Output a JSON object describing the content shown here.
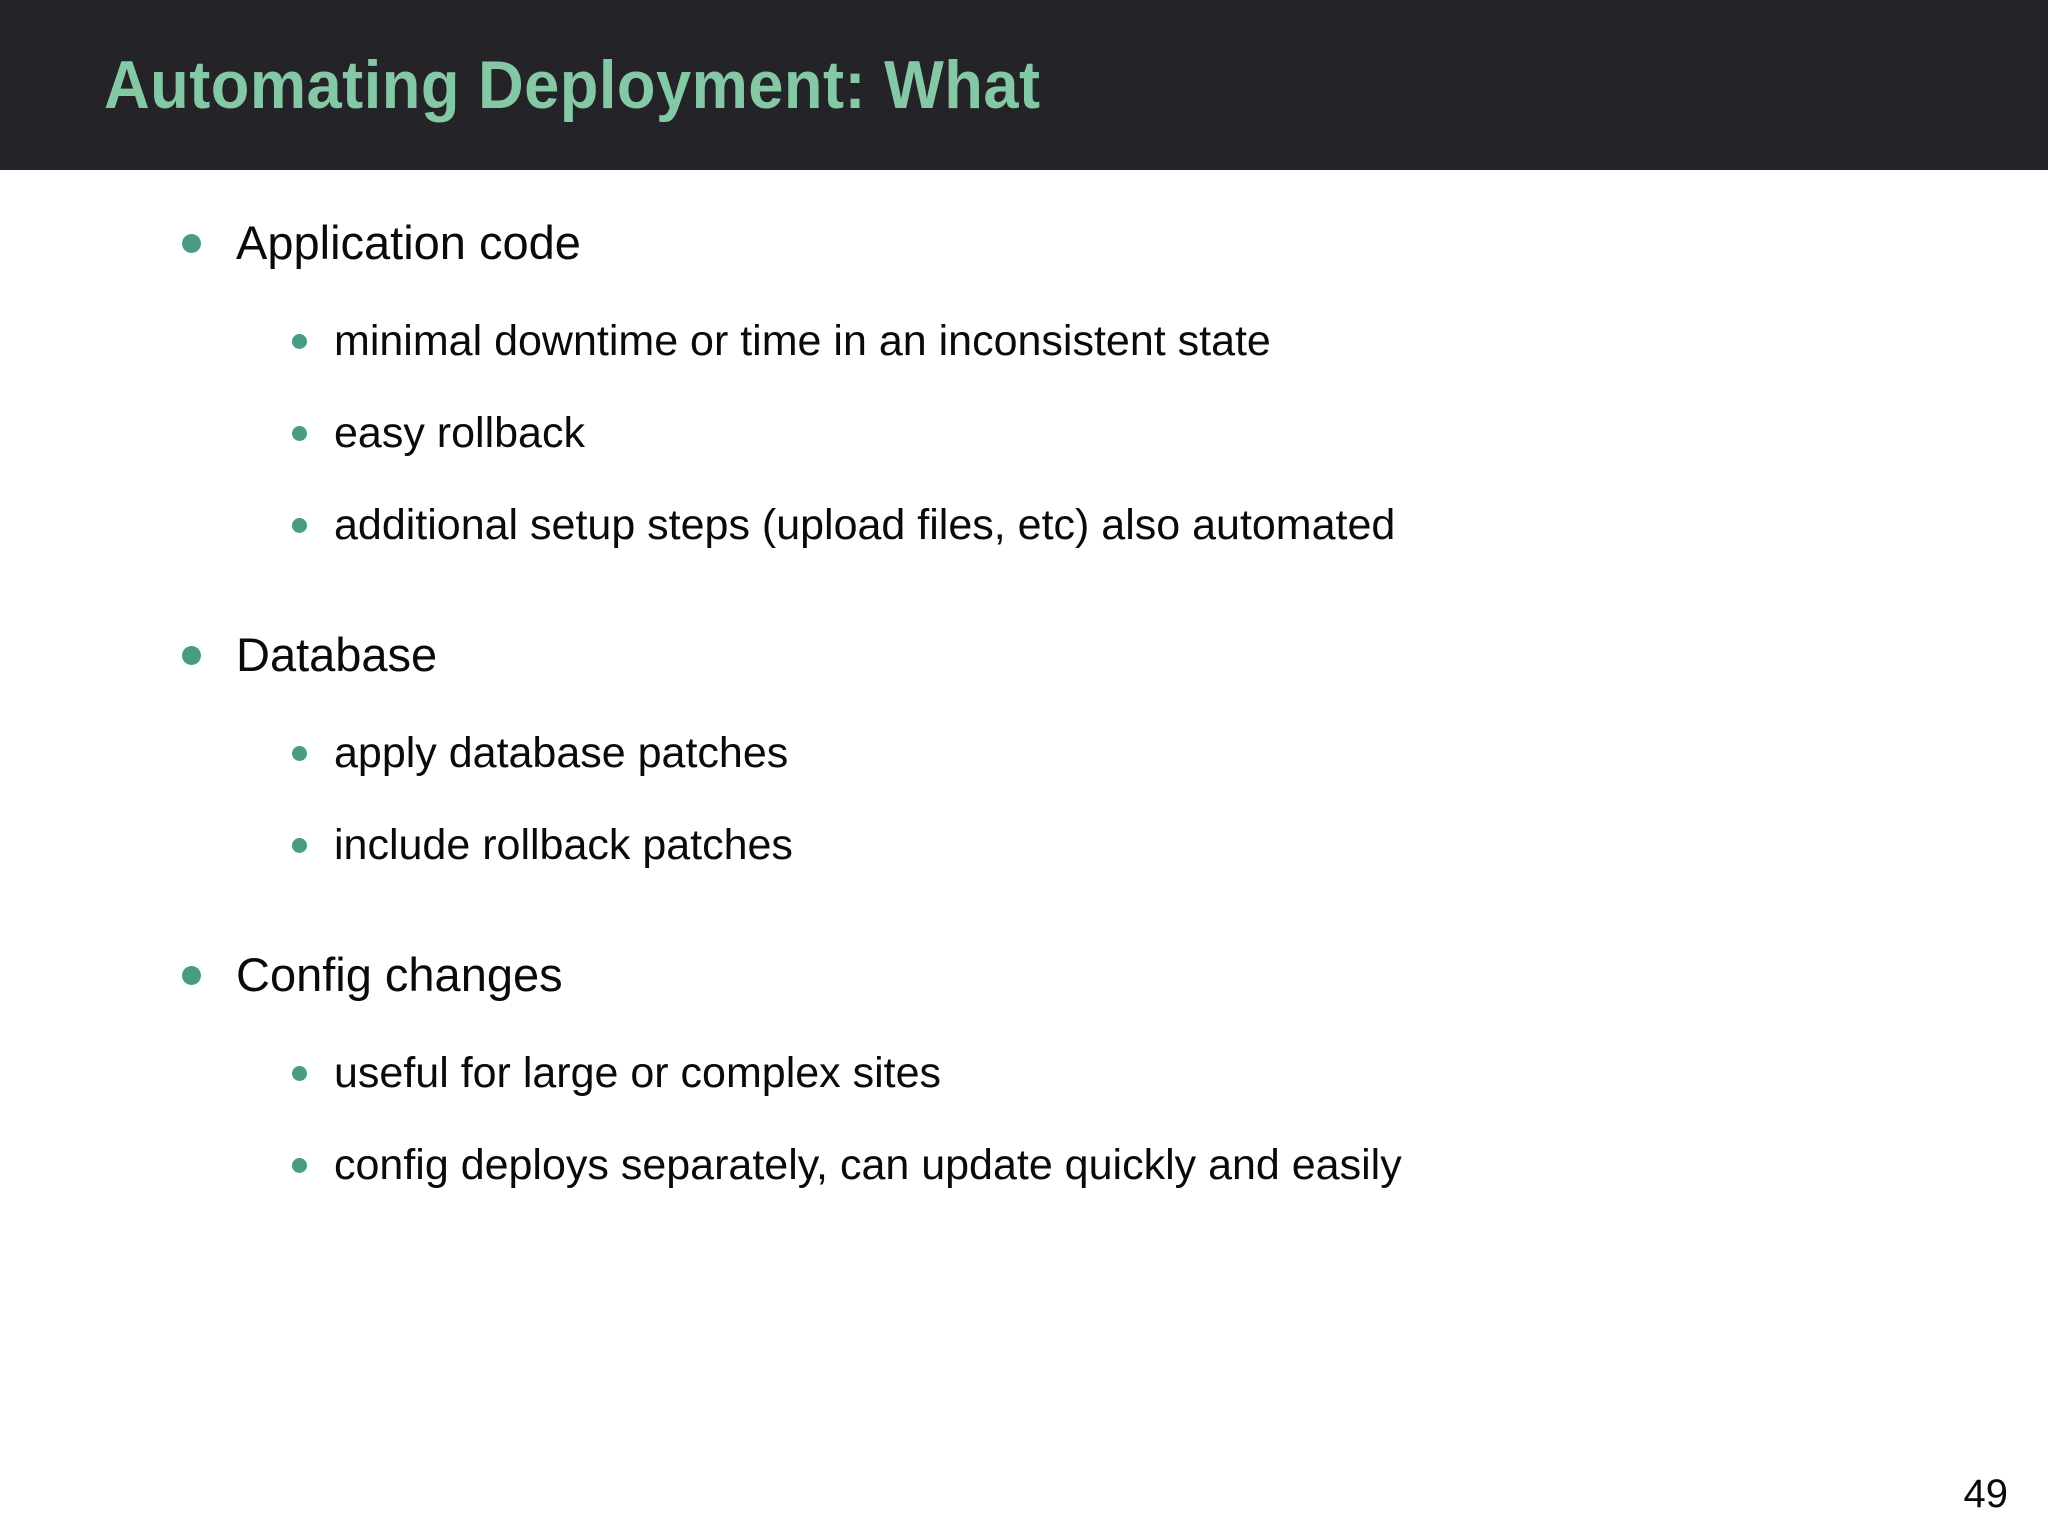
{
  "slide": {
    "title": "Automating Deployment: What",
    "page_number": "49",
    "colors": {
      "title_bar_background": "#232328",
      "title_text": "#84C8A5",
      "bullet_marker": "#4A9B86",
      "body_background": "#FFFFFF",
      "body_text": "#0A0A0A"
    }
  },
  "content": {
    "groups": [
      {
        "heading": "Application code",
        "items": [
          "minimal downtime or time in an inconsistent state",
          "easy rollback",
          "additional setup steps (upload files, etc) also automated"
        ]
      },
      {
        "heading": "Database",
        "items": [
          "apply database patches",
          "include rollback patches"
        ]
      },
      {
        "heading": "Config changes",
        "items": [
          "useful for large or complex sites",
          "config deploys separately, can update quickly and easily"
        ]
      }
    ]
  }
}
